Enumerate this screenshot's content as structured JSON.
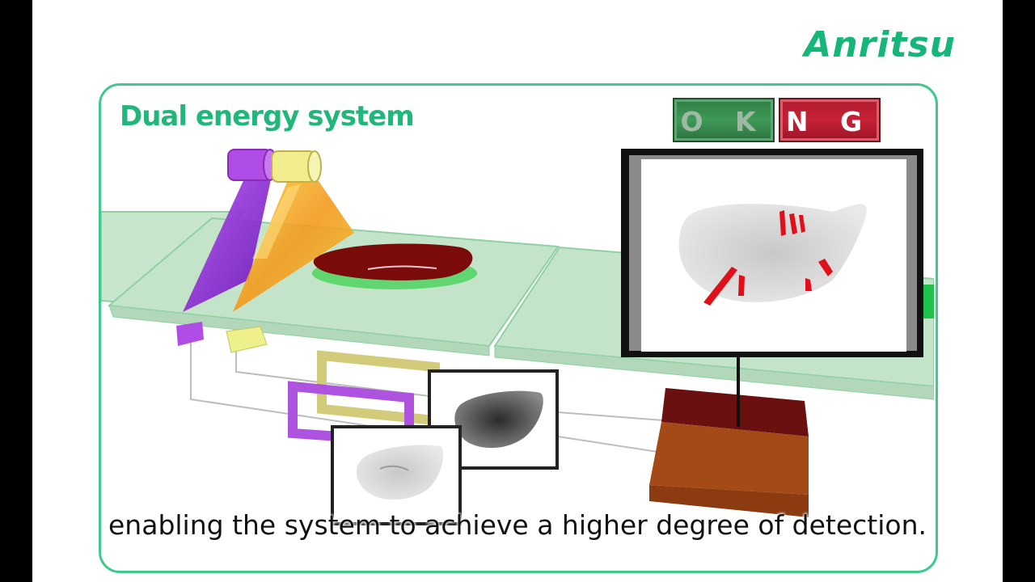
{
  "logo": {
    "text": "Anritsu"
  },
  "panel": {
    "title": "Dual energy system"
  },
  "indicators": {
    "ok_label": "O K",
    "ng_label": "N G"
  },
  "caption": "enabling the system to achieve a higher degree of detection.",
  "colors": {
    "brand_green": "#16b57a",
    "panel_border": "#3fc98c",
    "ok_green": "#3f9a58",
    "ng_red": "#c62136",
    "detection_red": "#e0101a",
    "conveyor": "#bfe1c6",
    "high_energy_beam": "#8a2bd6",
    "low_energy_beam": "#f0a020"
  }
}
